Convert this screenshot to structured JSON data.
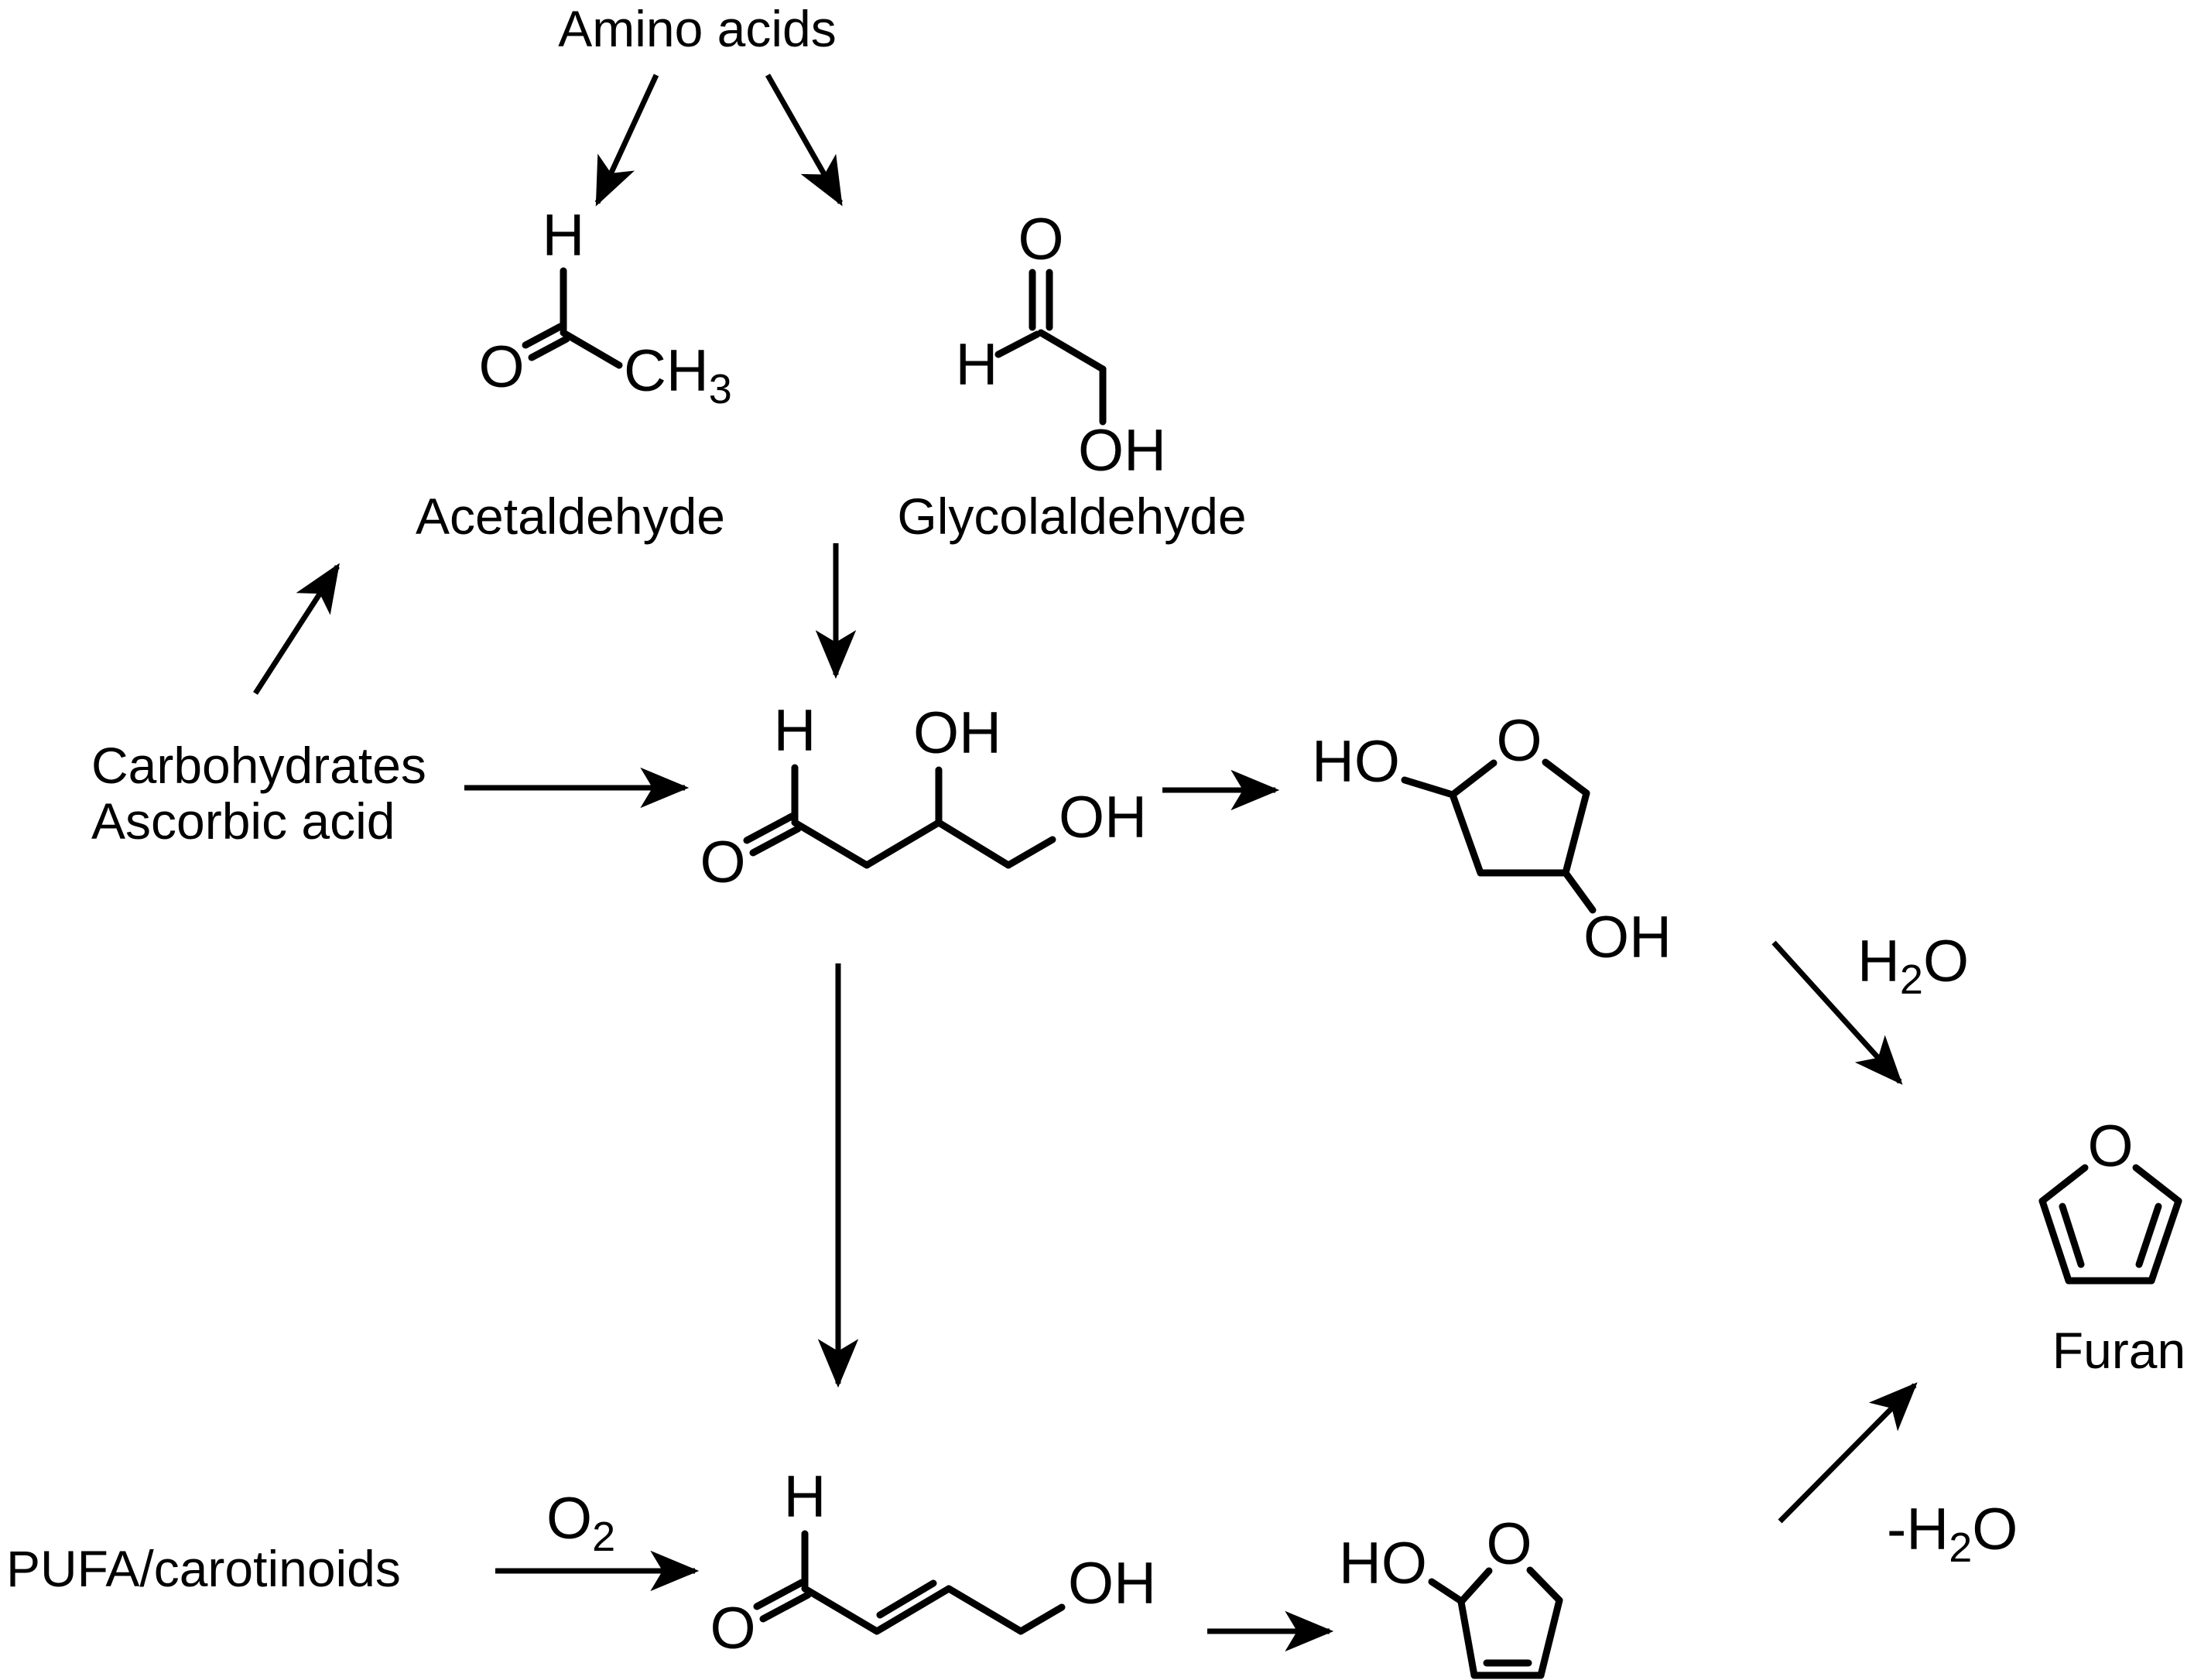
{
  "diagram": {
    "kind": "reaction-scheme",
    "texts": {
      "amino_acids": "Amino acids",
      "acetaldehyde_caption": "Acetaldehyde",
      "glycolaldehyde_caption": "Glycolaldehyde",
      "carbohydrates_line1": "Carbohydrates",
      "carbohydrates_line2": "Ascorbic acid",
      "pufa": "PUFA/carotinoids",
      "furan_caption": "Furan"
    },
    "atoms": {
      "h": "H",
      "o": "O",
      "oh": "OH",
      "ho": "HO",
      "ch": "CH",
      "ch3_subscript": "3"
    },
    "reagents": {
      "o2": {
        "symbol": "O",
        "subscript": "2"
      },
      "h2o": {
        "part1": "H",
        "subscript": "2",
        "part2": "O"
      },
      "minus_h2o": {
        "part1": "-H",
        "subscript": "2",
        "part2": "O"
      }
    },
    "colors": {
      "ink": "#000000",
      "background": "#ffffff"
    }
  }
}
